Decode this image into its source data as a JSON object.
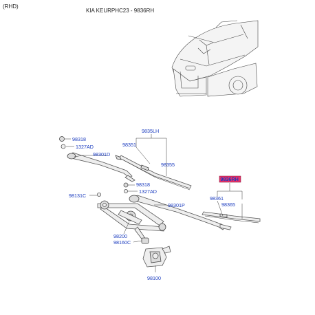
{
  "header": {
    "variant": "(RHD)",
    "model_code": "KIA KEURPHC23 - 9836RH"
  },
  "labels": {
    "p98318_a": "98318",
    "p1327AD_a": "1327AD",
    "p98301D": "98301D",
    "p9835LH": "9835LH",
    "p98351": "98351",
    "p98355": "98355",
    "p98318_b": "98318",
    "p1327AD_b": "1327AD",
    "p98131C": "98131C",
    "p98301P": "98301P",
    "p9836RH": "9836RH",
    "p98361": "98361",
    "p98365": "98365",
    "p98200": "98200",
    "p98160C": "98160C",
    "p98100": "98100"
  },
  "colors": {
    "label_text": "#1a3bbf",
    "highlight_fill": "#e8336b",
    "line": "#333333"
  }
}
